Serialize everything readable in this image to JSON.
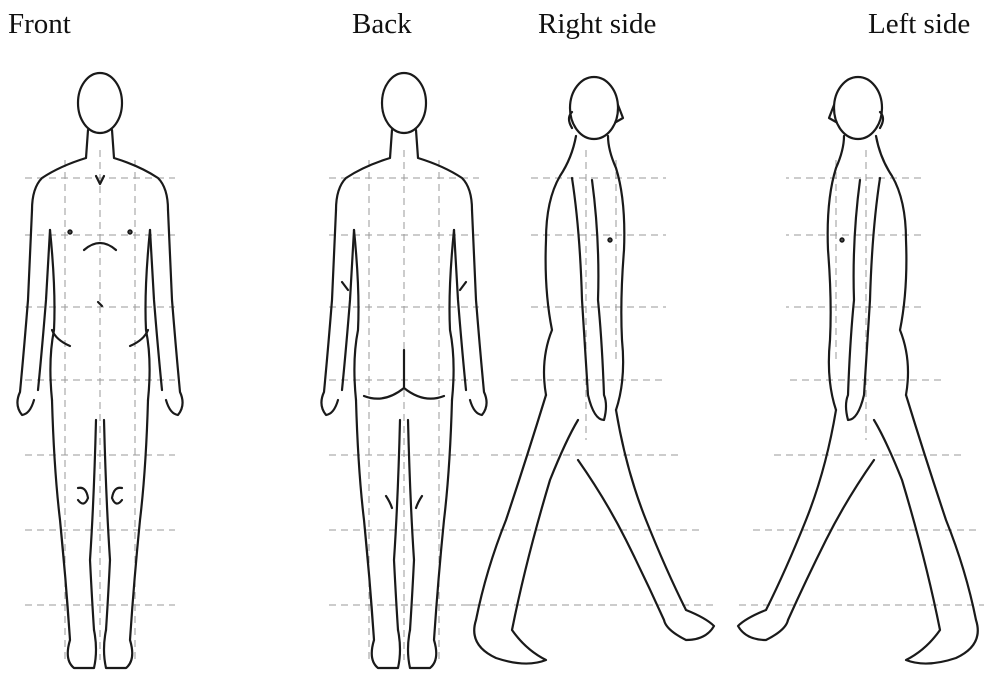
{
  "labels": {
    "front": "Front",
    "back": "Back",
    "right": "Right side",
    "left": "Left side"
  },
  "figures": [
    {
      "id": "front",
      "icon": "human-body-front-icon"
    },
    {
      "id": "back",
      "icon": "human-body-back-icon"
    },
    {
      "id": "right",
      "icon": "human-body-right-side-icon"
    },
    {
      "id": "left",
      "icon": "human-body-left-side-icon"
    }
  ],
  "colors": {
    "outline": "#1a1a1a",
    "guide": "#9a9a9a",
    "background": "#ffffff"
  }
}
